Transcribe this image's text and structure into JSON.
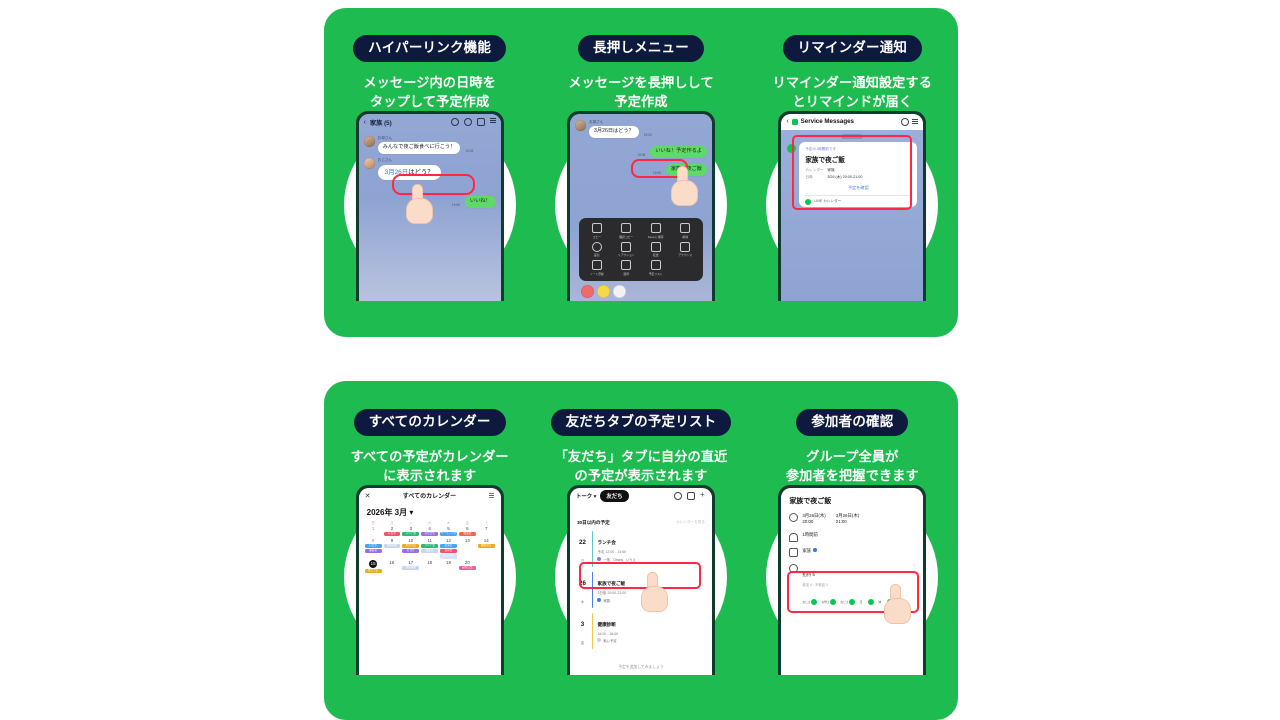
{
  "theme": {
    "green": "#1ebc50",
    "navy": "#0d1a3d",
    "white": "#ffffff",
    "highlight_red": "#ff2744",
    "line_green": "#06c755"
  },
  "panels": [
    {
      "id": "panel-1",
      "cards": [
        {
          "badge": "ハイパーリンク機能",
          "subtitle": "メッセージ内の日時を\nタップして予定作成",
          "screen": "chat"
        },
        {
          "badge": "長押しメニュー",
          "subtitle": "メッセージを長押しして\n予定作成",
          "screen": "longpress"
        },
        {
          "badge": "リマインダー通知",
          "subtitle": "リマインダー通知設定する\nとリマインドが届く",
          "screen": "service"
        }
      ]
    },
    {
      "id": "panel-2",
      "cards": [
        {
          "badge": "すべてのカレンダー",
          "subtitle": "すべての予定がカレンダー\nに表示されます",
          "screen": "calendar"
        },
        {
          "badge": "友だちタブの予定リスト",
          "subtitle": "「友だち」タブに自分の直近\nの予定が表示されます",
          "screen": "schedule"
        },
        {
          "badge": "参加者の確認",
          "subtitle": "グループ全員が\n参加者を把握できます",
          "screen": "participants"
        }
      ]
    }
  ],
  "chat": {
    "back_icon": "chevron-left-icon",
    "title": "家族 (5)",
    "icons": [
      "search-icon",
      "call-icon",
      "video-icon",
      "menu-icon"
    ],
    "messages": [
      {
        "name": "お母さん",
        "text": "みんなで夜ご飯食べに行こう！",
        "time": "19:02",
        "side": "other"
      },
      {
        "name": "おじさん",
        "link": "3月26日",
        "text": "はどう？",
        "time": "",
        "side": "other",
        "highlighted": true
      },
      {
        "name": "",
        "text": "いいね！",
        "time": "19:05",
        "side": "me"
      }
    ]
  },
  "longpress": {
    "messages": [
      {
        "name": "お母さん",
        "text": "3月26日はどう？",
        "time": "19:03",
        "side": "other"
      },
      {
        "name": "",
        "text": "いいね！予定作るよ",
        "time": "19:05",
        "side": "me"
      },
      {
        "name": "",
        "text": "家族で夜ご飯",
        "time": "19:06",
        "side": "me",
        "highlighted": true
      }
    ],
    "menu_items": [
      {
        "icon": "copy-icon",
        "label": "コピー"
      },
      {
        "icon": "translate-icon",
        "label": "翻訳コピー"
      },
      {
        "icon": "keep-icon",
        "label": "Keep に保存"
      },
      {
        "icon": "delete-icon",
        "label": "削除"
      },
      {
        "icon": "reply-icon",
        "label": "返信"
      },
      {
        "icon": "unsend-icon",
        "label": "リアクション"
      },
      {
        "icon": "share-icon",
        "label": "転送"
      },
      {
        "icon": "announce-icon",
        "label": "アナウンス"
      },
      {
        "icon": "note-icon",
        "label": "ノート登録"
      },
      {
        "icon": "select-icon",
        "label": "選択"
      },
      {
        "icon": "schedule-icon",
        "label": "予定リスト"
      }
    ],
    "emoji": [
      "emoji-heart",
      "emoji-smile",
      "emoji-surprise"
    ]
  },
  "service": {
    "back_icon": "chevron-left-icon",
    "title": "Service Messages",
    "icons": [
      "search-icon",
      "menu-icon"
    ],
    "kicker": "予定の1時間前です",
    "heading": "家族で夜ご飯",
    "rows": [
      {
        "key": "カレンダー",
        "value": "家族"
      },
      {
        "key": "日時",
        "value": "3/26 (木) 20:00-21:00"
      }
    ],
    "link": "予定を確認",
    "footer": "LINE カレンダー",
    "footer_chevron": "chevron-right-icon"
  },
  "calendar": {
    "close_icon": "close-icon",
    "title": "すべてのカレンダー",
    "menu_icon": "menu-icon",
    "month": "2026年 3月 ▾",
    "weekdays": [
      "日",
      "月",
      "火",
      "水",
      "木",
      "金",
      "土"
    ],
    "today": 15,
    "weeks": [
      {
        "days": [
          1,
          2,
          3,
          4,
          5,
          6,
          7
        ],
        "events": [
          [],
          [
            {
              "label": "打合せ",
              "color": "#f0526a"
            }
          ],
          [
            {
              "label": "ランチ会",
              "color": "#2eb872"
            }
          ],
          [
            {
              "label": "打ち合せ",
              "color": "#9b6ee0"
            }
          ],
          [
            {
              "label": "ミーティング",
              "color": "#4aa3f0"
            }
          ],
          [
            {
              "label": "歓迎会",
              "color": "#f0684a"
            }
          ],
          []
        ]
      },
      {
        "days": [
          8,
          9,
          10,
          11,
          12,
          13,
          14
        ],
        "events": [
          [
            {
              "label": "打合せ",
              "color": "#4aa3f0"
            },
            {
              "label": "歯医者",
              "color": "#9b6ee0"
            }
          ],
          [
            {
              "label": "健康診断",
              "color": "#c9d4ea"
            }
          ],
          [
            {
              "label": "外出予定",
              "color": "#f0a81e"
            },
            {
              "label": "打合せ",
              "color": "#9b6ee0"
            }
          ],
          [
            {
              "label": "ランチ会",
              "color": "#2eb872"
            },
            {
              "label": "歯医者",
              "color": "#c9d4ea"
            }
          ],
          [
            {
              "label": "出張日",
              "color": "#4aa3f0"
            },
            {
              "label": "送別会",
              "color": "#f0526a"
            },
            {
              "label": "打ち合せ",
              "color": "#e0ddf5"
            }
          ],
          [],
          [
            {
              "label": "映画の日",
              "color": "#f0a81e"
            }
          ]
        ]
      },
      {
        "days": [
          15,
          16,
          17,
          18,
          19,
          20
        ],
        "events": [
          [
            {
              "label": "外出予定",
              "color": "#f0a81e"
            }
          ],
          [],
          [
            {
              "label": "健康診断",
              "color": "#c9d4ea"
            }
          ],
          [],
          [],
          [
            {
              "label": "誕生日会",
              "color": "#f05a9b"
            }
          ]
        ]
      }
    ]
  },
  "schedule": {
    "tab_talk": "トーク ▾",
    "tab_friends": "友だち",
    "icons": [
      "refresh-icon",
      "chat-icon",
      "plus-icon"
    ],
    "heading": "30日以内の予定",
    "link": "カレンダーを見る",
    "items": [
      {
        "day": "22",
        "weekday": "日",
        "title": "ランチ会",
        "meta": "予定  12:00 - 13:00",
        "tag": "一条、Ohara、いうえ",
        "bar_color": "#5fc9c4",
        "tag_color": "#9b8ce0",
        "highlighted": false
      },
      {
        "day": "26",
        "weekday": "木",
        "title": "家族で夜ご飯",
        "meta": "3日後  20:00-21:00",
        "tag": "家族",
        "bar_color": "#4a7df0",
        "tag_color": "#3b7de0",
        "highlighted": true
      },
      {
        "day": "3",
        "weekday": "金",
        "title": "健康診断",
        "meta": "15:00 - 16:00",
        "tag": "私い予定",
        "bar_color": "#f0c84a",
        "tag_color": "#cfcfcf",
        "highlighted": false
      }
    ],
    "footer": "予定を追加してみましょう"
  },
  "participants": {
    "heading": "家族で夜ご飯",
    "clock_icon": "clock-icon",
    "start_date": "3月26日(木)",
    "start_time": "20:00",
    "end_date": "3月26日(木)",
    "end_time": "21:00",
    "bell_icon": "bell-icon",
    "reminder": "1時間前",
    "calendar_icon": "calendar-icon",
    "calendar_name": "家族",
    "person_icon": "person-icon",
    "invited": "招待 5",
    "invited_sub": "参加 4・不参加 0",
    "chevron": "chevron-right-icon",
    "avatars": [
      {
        "label": "おじさん"
      },
      {
        "label": "お母さん"
      },
      {
        "label": "おじさん"
      },
      {
        "label": "兄"
      },
      {
        "label": "姉"
      }
    ]
  }
}
